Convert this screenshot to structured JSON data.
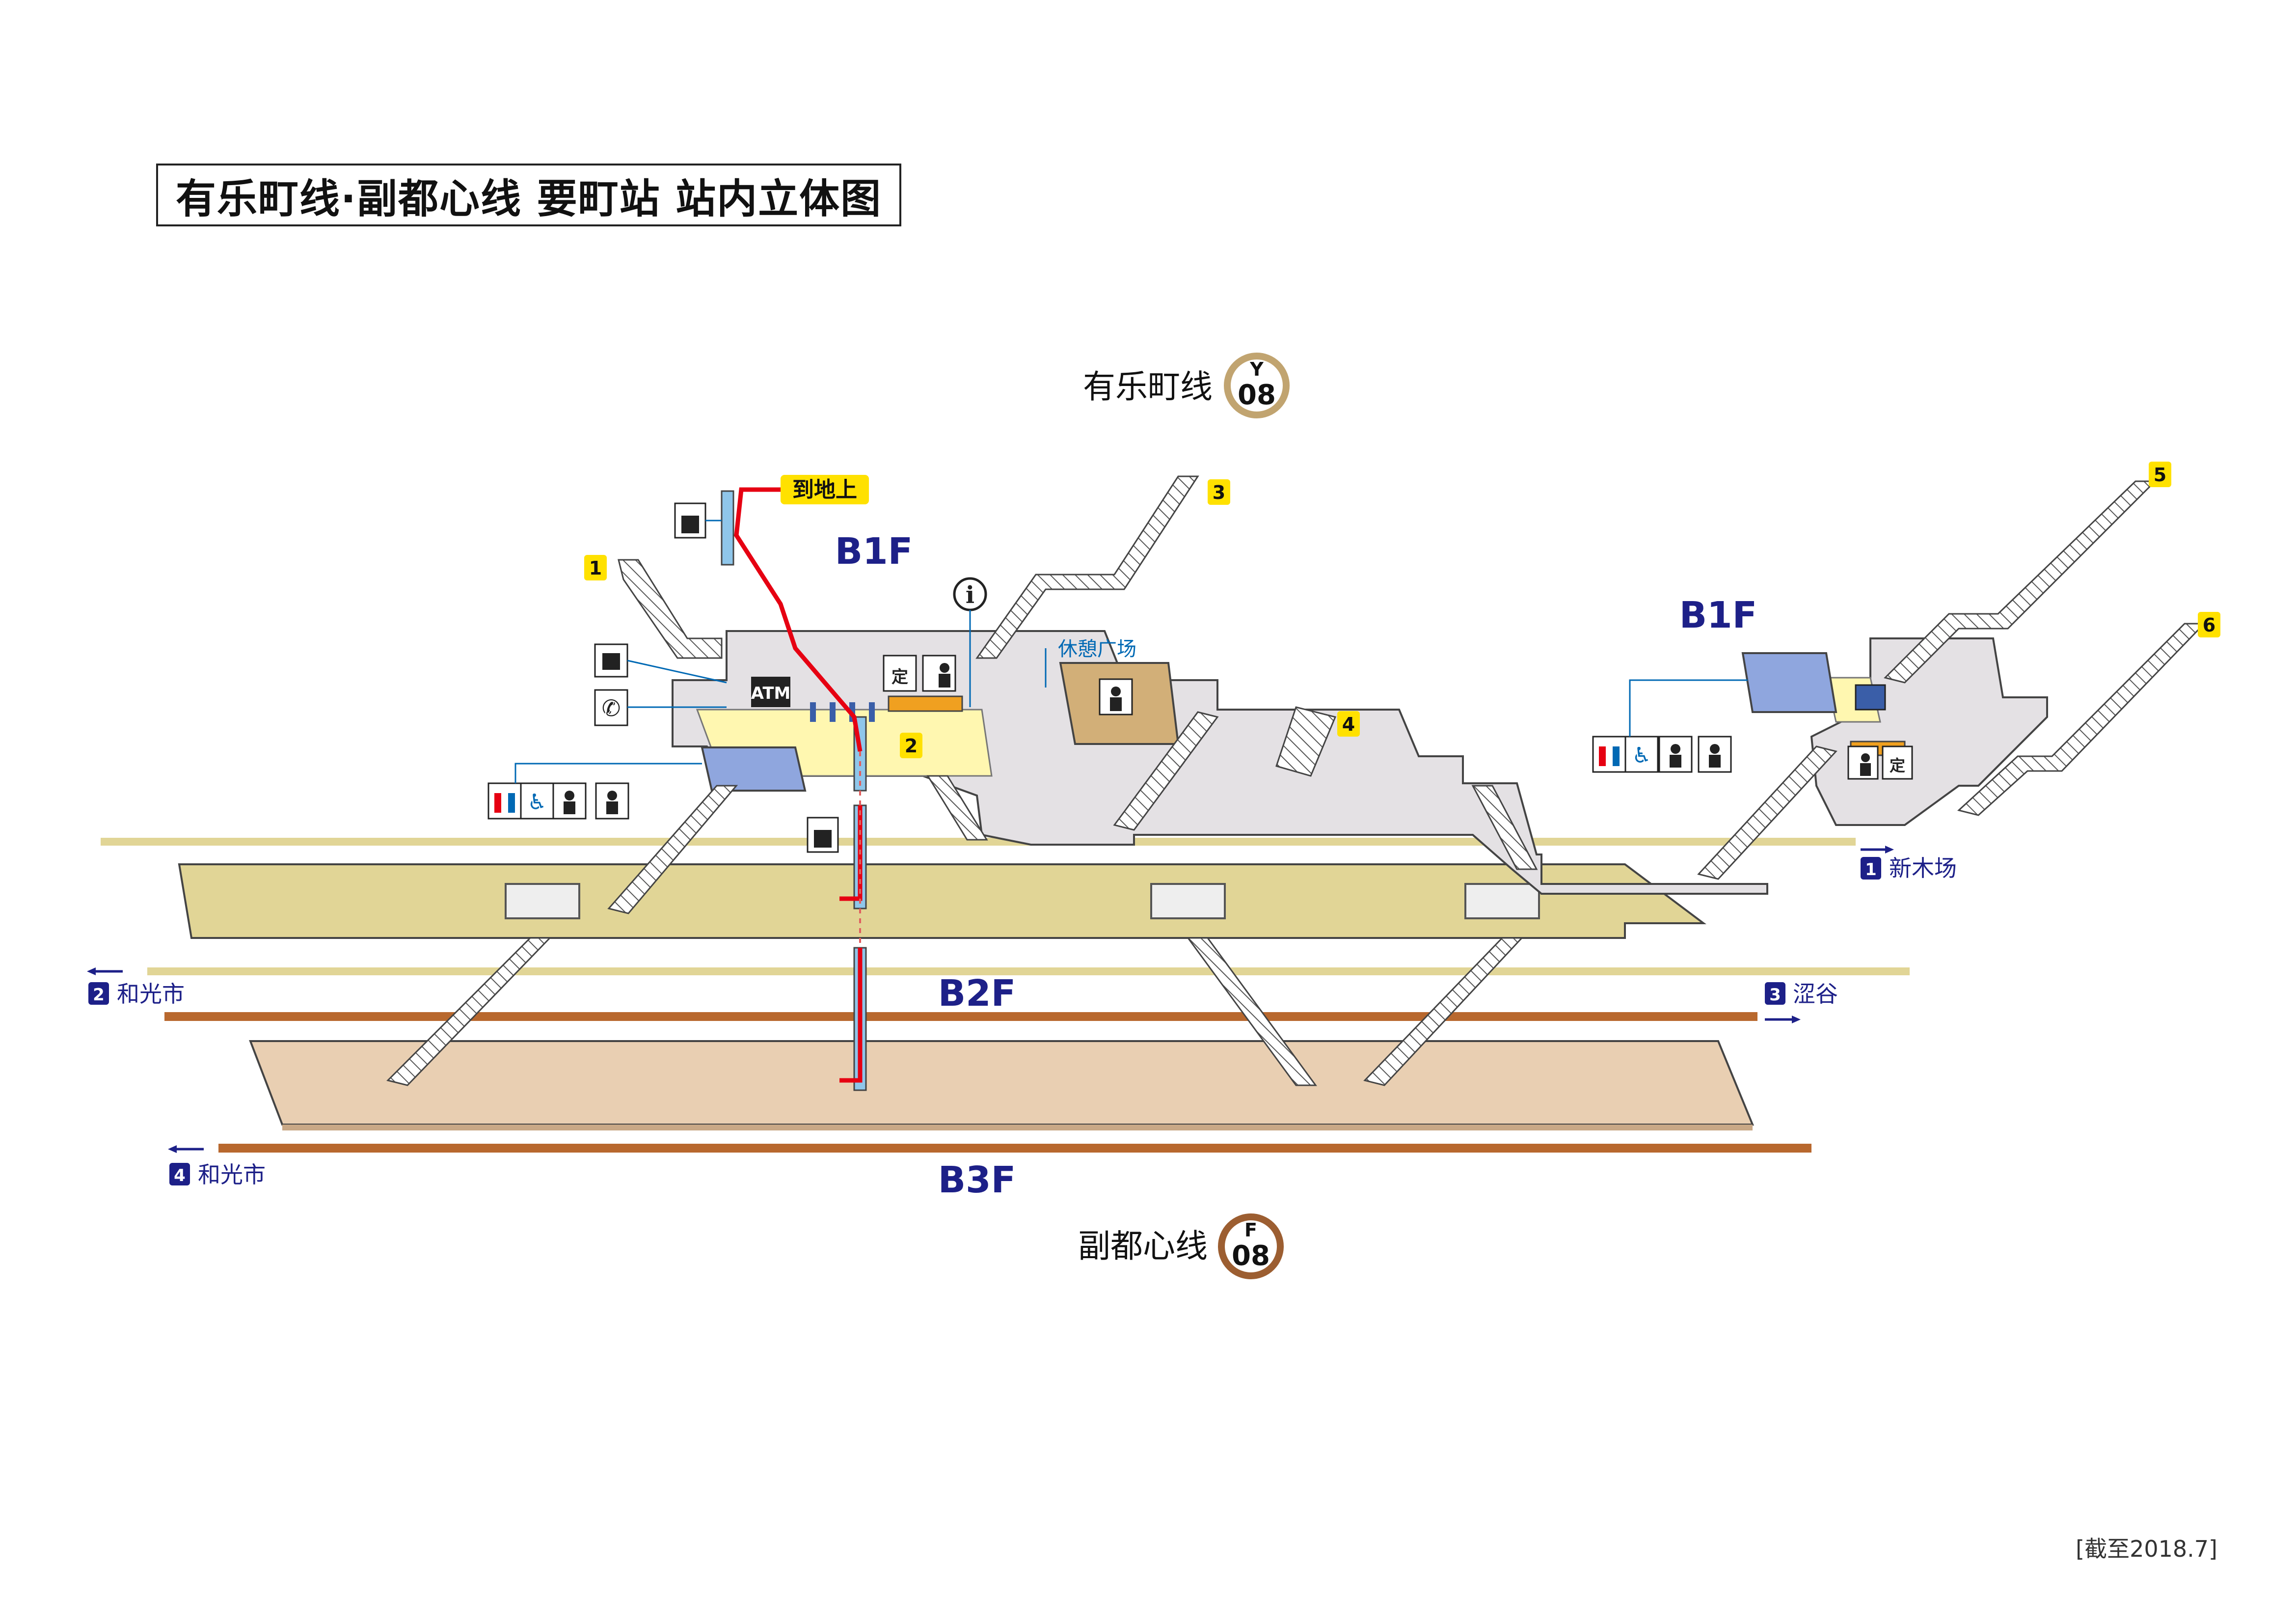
{
  "title": "有乐町线·副都心线 要町站 站内立体图",
  "as_of": "[截至2018.7]",
  "lines": {
    "yurakucho": {
      "name": "有乐町线",
      "code_letter": "Y",
      "code_number": "08",
      "color": "#C1A470"
    },
    "fukutoshin": {
      "name": "副都心线",
      "code_letter": "F",
      "code_number": "08",
      "color": "#9C5E31"
    }
  },
  "floors": {
    "b1f_west": "B1F",
    "b1f_east": "B1F",
    "b2f": "B2F",
    "b3f": "B3F"
  },
  "exits": [
    "1",
    "2",
    "3",
    "4",
    "5",
    "6"
  ],
  "to_ground_label": "到地上",
  "rest_area_label": "休憩广场",
  "atm_label": "ATM",
  "pass_label": "定",
  "platforms": [
    {
      "num": "1",
      "dest": "新木场",
      "direction": "right"
    },
    {
      "num": "2",
      "dest": "和光市",
      "direction": "left"
    },
    {
      "num": "3",
      "dest": "涩谷",
      "direction": "right"
    },
    {
      "num": "4",
      "dest": "和光市",
      "direction": "left"
    }
  ],
  "colors": {
    "floor_gray": "#E4E1E4",
    "platform_b2": "#E1D596",
    "platform_b3": "#E9CFB2",
    "ticket_gate_yellow": "#FFF7B0",
    "wicket_orange": "#F0A020",
    "elevator_blue": "#8FC6EA",
    "route_red": "#E60012",
    "floor_label_navy": "#1D2088",
    "exit_yellow": "#FFE100",
    "gate_blue": "#8FA6DE",
    "rest_area_brown": "#D2AF78"
  },
  "icons": [
    "coin-locker-icon",
    "telephone-icon",
    "restroom-icon",
    "wheelchair-icon",
    "baby-icon",
    "ostomate-icon",
    "information-icon",
    "elevator-icon",
    "ticket-machine-icon",
    "station-staff-icon"
  ]
}
